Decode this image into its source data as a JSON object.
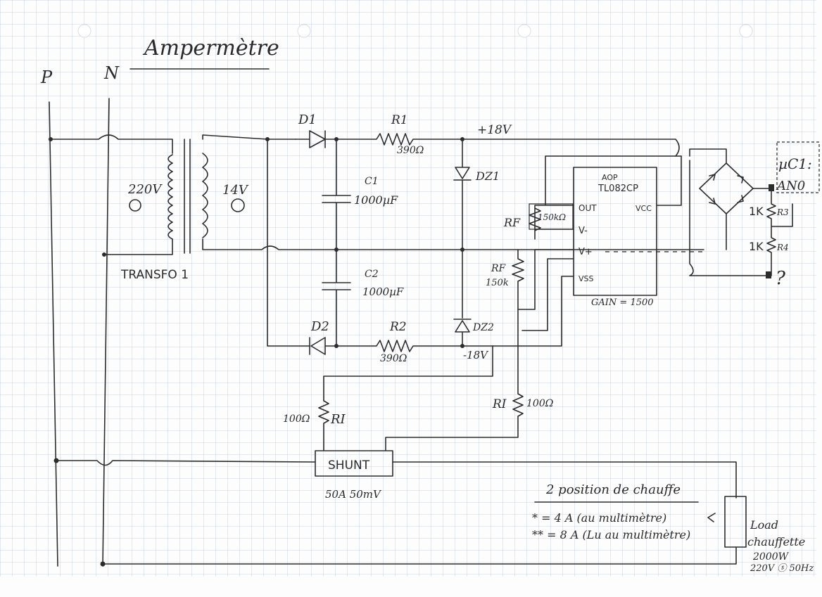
{
  "title": "Ampermètre",
  "rails": {
    "left": "P",
    "right": "N"
  },
  "transformer": {
    "name": "TRANSFO 1",
    "primary": "220V",
    "secondary": "14V"
  },
  "diodes": {
    "top": "D1",
    "bottom": "D2"
  },
  "resistors": {
    "r1": {
      "name": "R1",
      "value": "390Ω"
    },
    "r2": {
      "name": "R2",
      "value": "390Ω"
    },
    "rf_label": "RF",
    "rf_top_value": "150kΩ",
    "rf_mid": "RF",
    "rf_mid_value": "150k",
    "ri_left_name": "RI",
    "ri_left_value": "100Ω",
    "ri_right_name": "RI",
    "ri_right_value": "100Ω",
    "r3": {
      "name": "R3",
      "value": "1K"
    },
    "r4": {
      "name": "R4",
      "value": "1K"
    }
  },
  "capacitors": {
    "c1": {
      "name": "C1",
      "value": "1000µF"
    },
    "c2": {
      "name": "C2",
      "value": "1000µF"
    }
  },
  "zeners": {
    "top": "DZ1",
    "bottom": "DZ2"
  },
  "rails_voltage": {
    "pos": "+18V",
    "neg": "-18V"
  },
  "opamp": {
    "header": "AOP",
    "part": "TL082CP",
    "pins": {
      "out": "OUT",
      "vminus": "V-",
      "vplus": "V+",
      "vss": "VSS",
      "vcc": "VCC"
    },
    "gain": "GAIN = 1500"
  },
  "mcu": {
    "label": "µC1:",
    "pin": "AN0",
    "unknown": "?"
  },
  "shunt": {
    "label": "SHUNT",
    "rating": "50A 50mV"
  },
  "load": {
    "l1": "Load",
    "l2": "chauffette",
    "l3": "2000W",
    "l4": "220V ⓢ 50Hz"
  },
  "notes": {
    "heading": "2 position de chauffe",
    "n1": "* = 4 A (au multimètre)",
    "n2": "** = 8 A (Lu au multimètre)"
  }
}
